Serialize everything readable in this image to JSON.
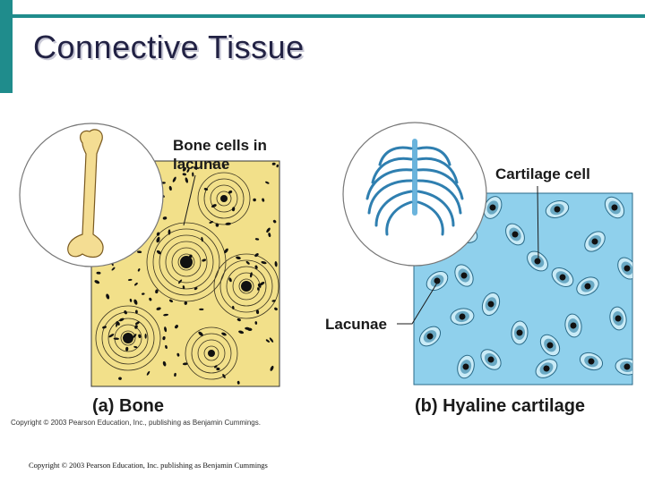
{
  "slide": {
    "title": "Connective Tissue",
    "footer": "Copyright © 2003 Pearson Education, Inc. publishing as Benjamin Cummings"
  },
  "figure": {
    "bone": {
      "caption": "(a) Bone",
      "label_line1": "Bone cells in",
      "label_line2": "lacunae",
      "inset_icon": "femur-icon",
      "tissue_color": "#f2e08a"
    },
    "cartilage": {
      "caption": "(b) Hyaline cartilage",
      "label_cell": "Cartilage cell",
      "label_lacunae": "Lacunae",
      "inset_icon": "rib-cage-icon",
      "tissue_color": "#8fd0ec"
    },
    "copyright": "Copyright © 2003 Pearson Education, Inc., publishing as Benjamin Cummings."
  }
}
